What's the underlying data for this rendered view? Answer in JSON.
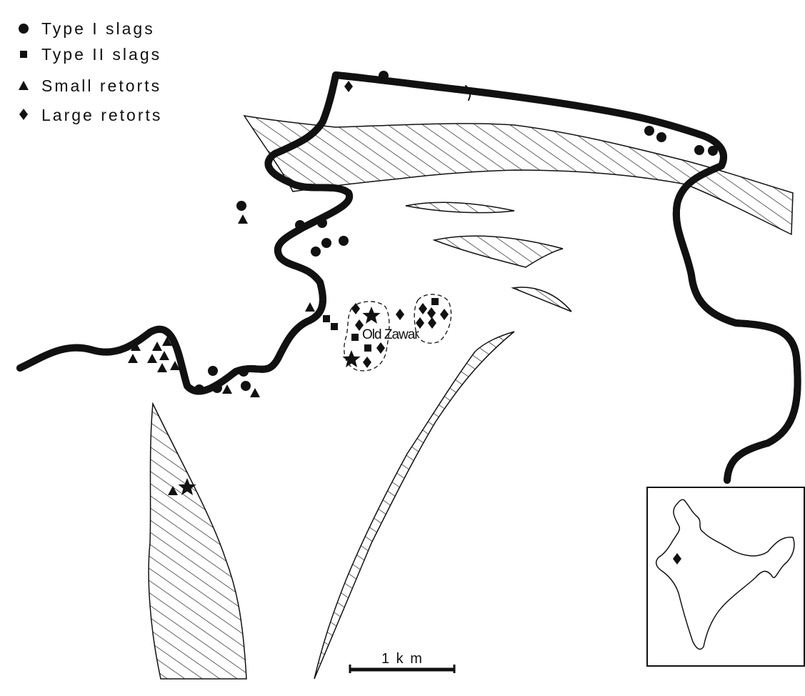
{
  "legend": {
    "items": [
      {
        "symbol": "circle",
        "label": "Type I slags"
      },
      {
        "symbol": "square",
        "label": "Type II slags"
      },
      {
        "symbol": "triangle",
        "label": "Small retorts"
      },
      {
        "symbol": "diamond",
        "label": "Large retorts"
      }
    ]
  },
  "place_label": "Old Zawar",
  "scale_bar": {
    "label": "1 k m"
  },
  "inset": {
    "description": "India outline with site location",
    "marker_symbol": "diamond"
  },
  "colors": {
    "ink": "#111111",
    "background": "#ffffff"
  }
}
